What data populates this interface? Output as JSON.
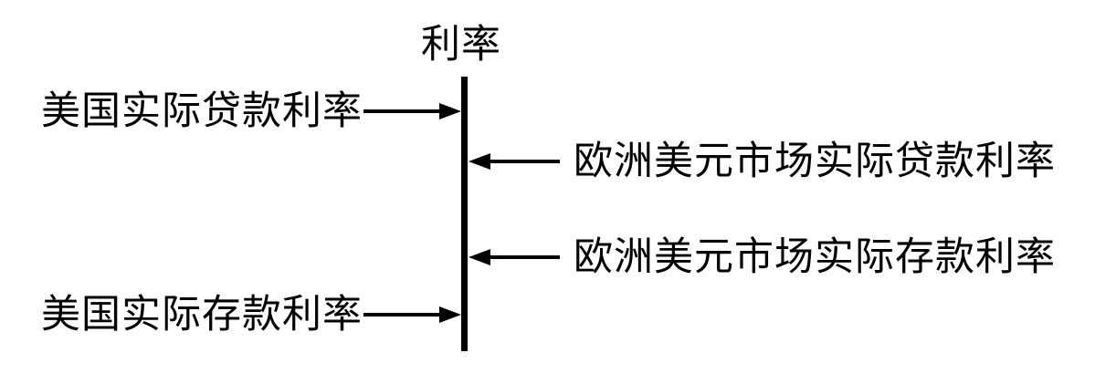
{
  "diagram": {
    "title": "利率",
    "axis": {
      "orientation": "vertical",
      "description": "interest-rate axis"
    },
    "labels": {
      "us_lending": "美国实际贷款利率",
      "us_deposit": "美国实际存款利率",
      "eurodollar_lending": "欧洲美元市场实际贷款利率",
      "eurodollar_deposit": "欧洲美元市场实际存款利率"
    },
    "colors": {
      "ink": "#000000",
      "background": "#ffffff"
    }
  }
}
